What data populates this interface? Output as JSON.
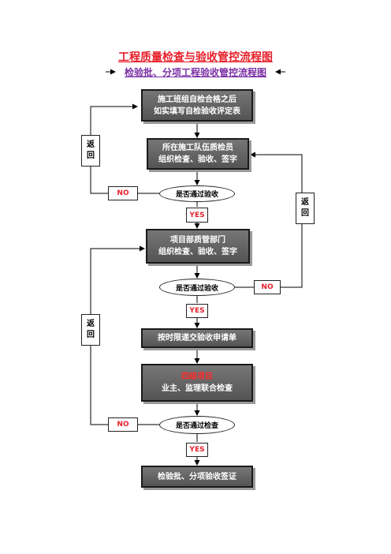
{
  "title": "工程质量检查与验收管控流程图",
  "subtitle": "检验批、分项工程验收管控流程图",
  "steps": {
    "s1": {
      "line1": "施工班组自检合格之后",
      "line2": "如实填写自检验收评定表"
    },
    "s2": {
      "line1": "所在施工队伍质检员",
      "line2": "组织检查、验收、签字"
    },
    "s3": {
      "line1": "项目部质管部门",
      "line2": "组织检查、验收、签字"
    },
    "s4": {
      "line1": "按时限递交验收申请单"
    },
    "s5": {
      "line1": "四级项目",
      "line2": "业主、监理联合检查"
    },
    "s6": {
      "line1": "检验批、分项验收签证"
    }
  },
  "decisions": {
    "d1": "是否通过验收",
    "d2": "是否通过验收",
    "d3": "是否通过检查"
  },
  "labels": {
    "yes": "YES",
    "no": "NO",
    "return_top": "返",
    "return_bottom": "回"
  },
  "colors": {
    "title": "#e8202a",
    "subtitle": "#7b2fa6",
    "box_fill": "#606060",
    "tag_text": "#e8202a"
  }
}
